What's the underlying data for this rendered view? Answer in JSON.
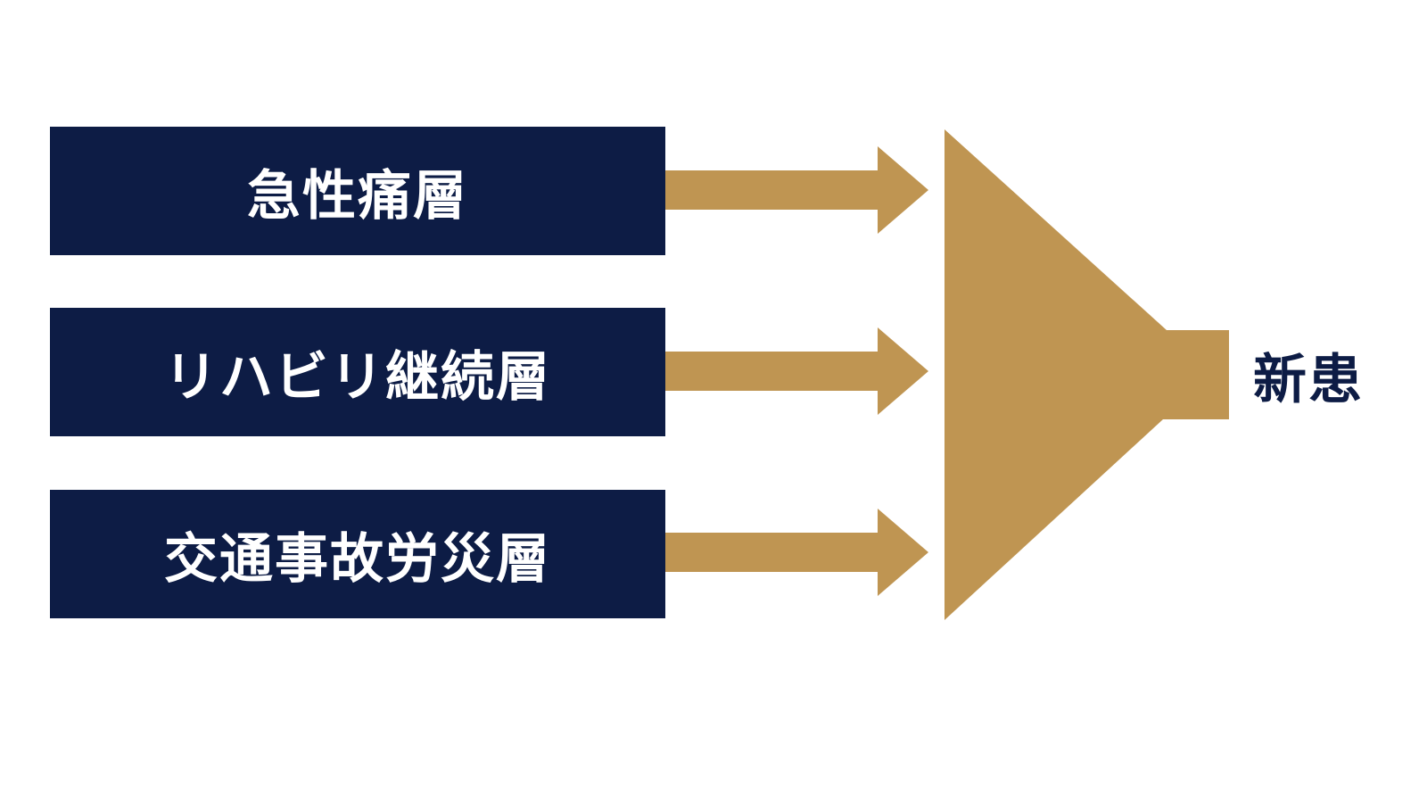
{
  "colors": {
    "box_fill": "#0d1c45",
    "box_text": "#ffffff",
    "arrow_fill": "#bf9552",
    "output_text": "#0d1c45",
    "background": "#ffffff"
  },
  "segments": [
    {
      "label": "急性痛層"
    },
    {
      "label": "リハビリ継続層"
    },
    {
      "label": "交通事故労災層"
    }
  ],
  "output": {
    "label": "新患"
  }
}
